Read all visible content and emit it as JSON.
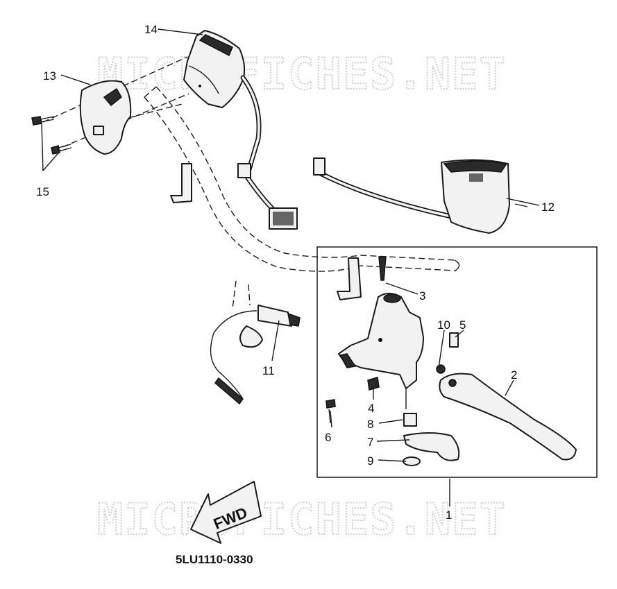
{
  "watermark": {
    "top": "MICROFICHES.NET",
    "bottom": "MICROFICHES.NET"
  },
  "direction_arrow": {
    "text": "FWD"
  },
  "diagram_code": "5LU1110-0330",
  "callouts": [
    {
      "id": "c1",
      "text": "1"
    },
    {
      "id": "c2",
      "text": "2"
    },
    {
      "id": "c3",
      "text": "3"
    },
    {
      "id": "c4",
      "text": "4"
    },
    {
      "id": "c5",
      "text": "5"
    },
    {
      "id": "c6",
      "text": "6"
    },
    {
      "id": "c7",
      "text": "7"
    },
    {
      "id": "c8",
      "text": "8"
    },
    {
      "id": "c9",
      "text": "9"
    },
    {
      "id": "c10",
      "text": "10"
    },
    {
      "id": "c11",
      "text": "11"
    },
    {
      "id": "c12",
      "text": "12"
    },
    {
      "id": "c13",
      "text": "13"
    },
    {
      "id": "c14",
      "text": "14"
    },
    {
      "id": "c15",
      "text": "15"
    }
  ]
}
